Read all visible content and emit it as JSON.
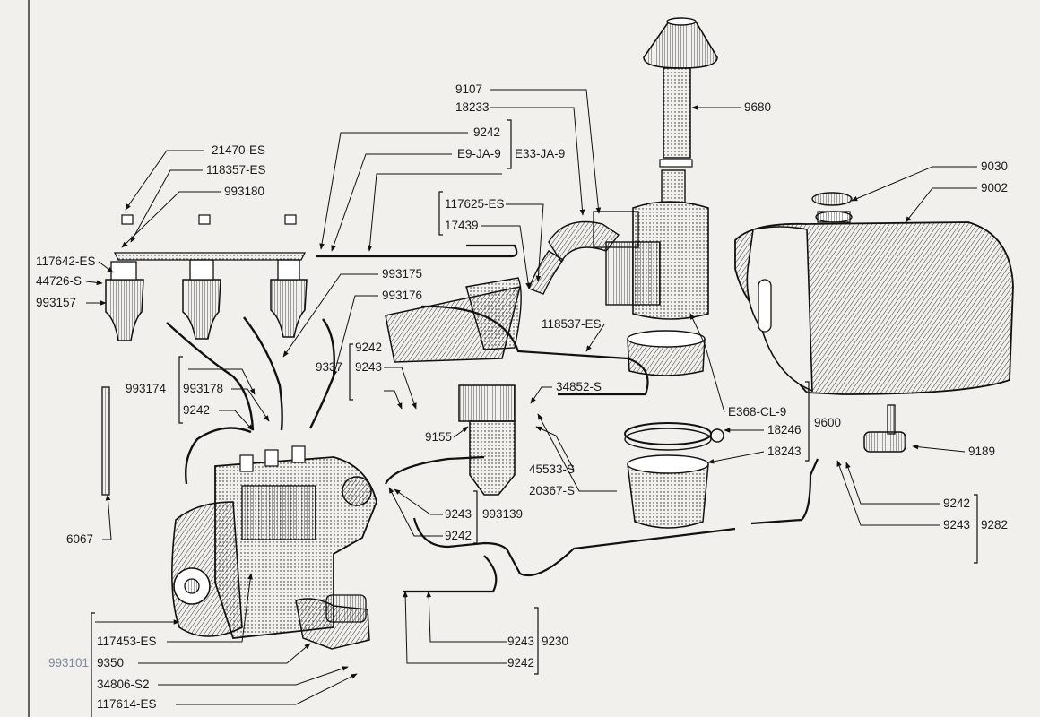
{
  "callouts": {
    "c21470": "21470-ES",
    "c118357": "118357-ES",
    "c993180": "993180",
    "c117642": "117642-ES",
    "c44726": "44726-S",
    "c993157": "993157",
    "c993175": "993175",
    "c993176": "993176",
    "c993174": "993174",
    "c993178": "993178",
    "c9242_left": "9242",
    "c9337": "9337",
    "c9242_mid": "9242",
    "c9243_mid": "9243",
    "c6067": "6067",
    "c9107": "9107",
    "c18233": "18233",
    "c9242_top": "9242",
    "cE9JA9": "E9-JA-9",
    "cE33JA9": "E33-JA-9",
    "c117625": "117625-ES",
    "c17439": "17439",
    "c9680": "9680",
    "c9030": "9030",
    "c9002": "9002",
    "c118537": "118537-ES",
    "c34852": "34852-S",
    "c9155": "9155",
    "c45533": "45533-S",
    "c20367": "20367-S",
    "cE368": "E368-CL-9",
    "c9600": "9600",
    "c18246": "18246",
    "c18243": "18243",
    "c9189": "9189",
    "c9243_lower": "9243",
    "c993139": "993139",
    "c9242_lower": "9242",
    "c9242_right": "9242",
    "c9243_right": "9243",
    "c9282": "9282",
    "c9243_bottom": "9243",
    "c9230": "9230",
    "c9242_bottom": "9242",
    "c993101": "993101",
    "c117453": "117453-ES",
    "c9350": "9350",
    "c34806": "34806-S2",
    "c117614": "117614-ES"
  }
}
